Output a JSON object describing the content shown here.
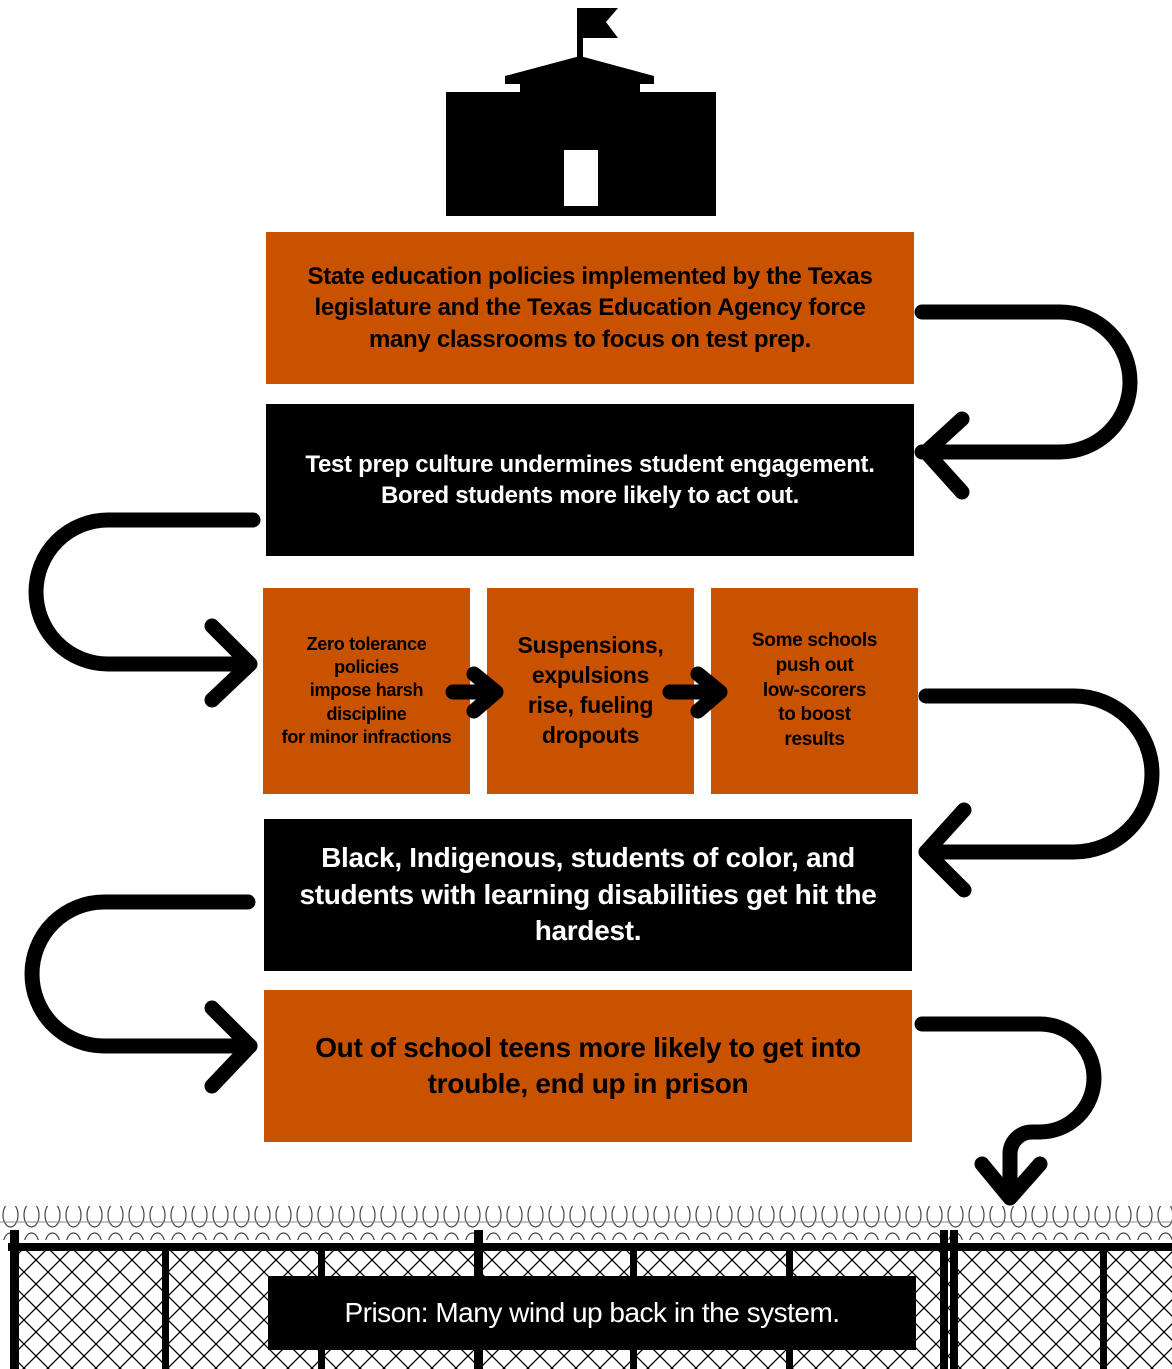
{
  "steps": {
    "policies": "State education policies implemented by the Texas legislature and the Texas Education Agency force many classrooms to focus on test prep.",
    "test_prep": "Test prep culture undermines student engagement.\nBored students more likely to act out.",
    "zero_tolerance": "Zero tolerance\npolicies\nimpose harsh\ndiscipline\nfor minor infractions",
    "suspensions": "Suspensions,\nexpulsions\nrise, fueling\ndropouts",
    "push_out": "Some schools\npush out\nlow-scorers\nto boost\nresults",
    "hit_hardest": "Black, Indigenous, students of color, and students with learning disabilities get hit the hardest.",
    "out_of_school": "Out of school teens more likely to get into trouble, end up in prison",
    "prison": "Prison: Many wind up back in the system."
  },
  "colors": {
    "orange": "#c95200",
    "black": "#000000",
    "white": "#ffffff"
  },
  "icons": [
    "schoolhouse-icon",
    "prison-fence-icon"
  ]
}
